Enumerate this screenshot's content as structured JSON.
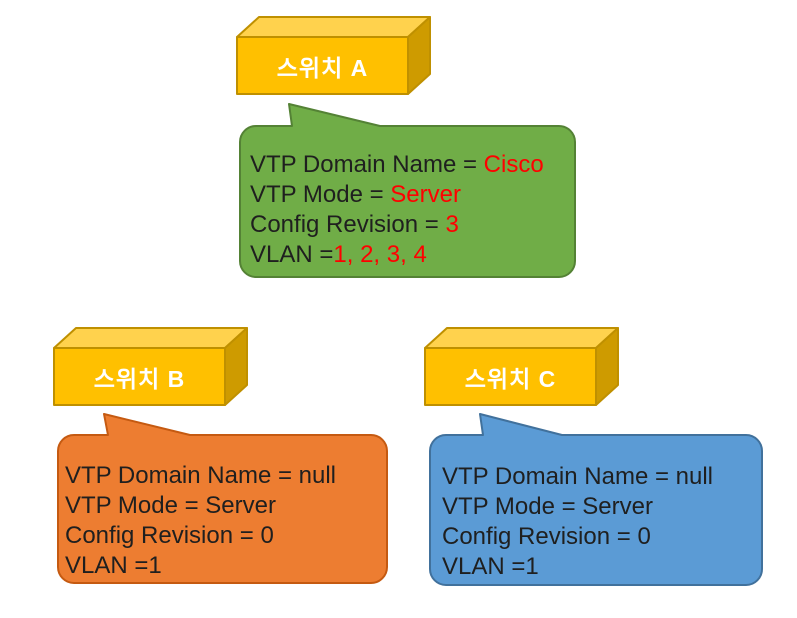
{
  "box_style": {
    "front_color": "#FFC000",
    "top_color": "#FFD24D",
    "side_color": "#CE9B00",
    "border_color": "#BF9000",
    "label_color": "#FFFFFF"
  },
  "switches": [
    {
      "label": "스위치 A"
    },
    {
      "label": "스위치 B"
    },
    {
      "label": "스위치 C"
    }
  ],
  "callouts": [
    {
      "fill": "#70AD47",
      "border": "#548235",
      "text_color": "#1F1F1F",
      "value_color": "#FF0000",
      "lines": [
        {
          "label": "VTP Domain Name = ",
          "value": "Cisco"
        },
        {
          "label": "VTP Mode = ",
          "value": "Server"
        },
        {
          "label": "Config Revision = ",
          "value": "3"
        },
        {
          "label": "VLAN =",
          "value": "1, 2, 3, 4"
        }
      ]
    },
    {
      "fill": "#ED7D31",
      "border": "#C55A11",
      "text_color": "#1F1F1F",
      "value_color": "#1F1F1F",
      "lines": [
        {
          "label": "VTP Domain Name = ",
          "value": "null"
        },
        {
          "label": "VTP Mode = ",
          "value": "Server"
        },
        {
          "label": "Config Revision = ",
          "value": "0"
        },
        {
          "label": "VLAN =",
          "value": "1"
        }
      ]
    },
    {
      "fill": "#5B9BD5",
      "border": "#41719C",
      "text_color": "#1F1F1F",
      "value_color": "#1F1F1F",
      "lines": [
        {
          "label": "VTP Domain Name = ",
          "value": "null"
        },
        {
          "label": "VTP Mode = ",
          "value": "Server"
        },
        {
          "label": "Config Revision = ",
          "value": "0"
        },
        {
          "label": "VLAN =",
          "value": "1"
        }
      ]
    }
  ]
}
